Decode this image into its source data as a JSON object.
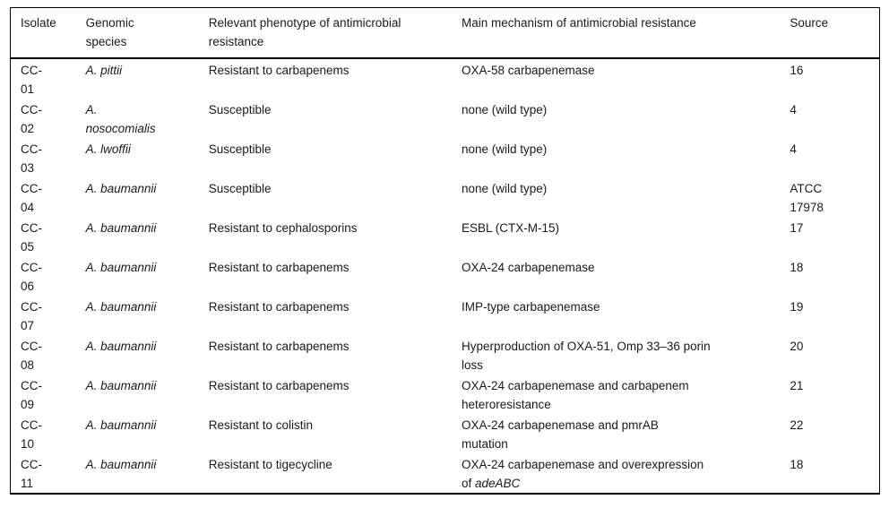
{
  "table": {
    "columns": [
      {
        "key": "isolate",
        "label": "Isolate"
      },
      {
        "key": "species",
        "label": "Genomic\nspecies"
      },
      {
        "key": "phenotype",
        "label": "Relevant phenotype of antimicrobial\nresistance"
      },
      {
        "key": "mechanism",
        "label": "Main mechanism of antimicrobial resistance"
      },
      {
        "key": "source",
        "label": "Source"
      }
    ],
    "rows": [
      {
        "isolate": "CC-\n01",
        "species": "A. pittii",
        "phenotype": "Resistant to carbapenems",
        "mechanism": "OXA-58 carbapenemase",
        "source": "16"
      },
      {
        "isolate": "CC-\n02",
        "species": "A.\nnosocomialis",
        "phenotype": "Susceptible",
        "mechanism": "none (wild type)",
        "source": "4"
      },
      {
        "isolate": "CC-\n03",
        "species": "A. lwoffii",
        "phenotype": "Susceptible",
        "mechanism": "none (wild type)",
        "source": "4"
      },
      {
        "isolate": "CC-\n04",
        "species": "A. baumannii",
        "phenotype": "Susceptible",
        "mechanism": "none (wild type)",
        "source": "ATCC\n17978"
      },
      {
        "isolate": "CC-\n05",
        "species": "A. baumannii",
        "phenotype": "Resistant to cephalosporins",
        "mechanism": "ESBL (CTX-M-15)",
        "source": "17"
      },
      {
        "isolate": "CC-\n06",
        "species": "A. baumannii",
        "phenotype": "Resistant to carbapenems",
        "mechanism": "OXA-24 carbapenemase",
        "source": "18"
      },
      {
        "isolate": "CC-\n07",
        "species": "A. baumannii",
        "phenotype": "Resistant to carbapenems",
        "mechanism": "IMP-type carbapenemase",
        "source": "19"
      },
      {
        "isolate": "CC-\n08",
        "species": "A. baumannii",
        "phenotype": "Resistant to carbapenems",
        "mechanism": "Hyperproduction of OXA-51, Omp 33–36 porin\nloss",
        "source": "20"
      },
      {
        "isolate": "CC-\n09",
        "species": "A. baumannii",
        "phenotype": "Resistant to carbapenems",
        "mechanism": "OXA-24 carbapenemase and carbapenem\nheteroresistance",
        "source": "21"
      },
      {
        "isolate": "CC-\n10",
        "species": "A. baumannii",
        "phenotype": "Resistant to colistin",
        "mechanism": "OXA-24 carbapenemase and pmrAB\nmutation",
        "source": "22"
      },
      {
        "isolate": "CC-\n11",
        "species": "A. baumannii",
        "phenotype": "Resistant to tigecycline",
        "mechanism": "OXA-24 carbapenemase and overexpression\nof ",
        "mechanism_italic": "adeABC",
        "source": "18"
      }
    ]
  },
  "colors": {
    "border": "#000000",
    "text": "#1a1a1a",
    "background": "#ffffff"
  }
}
